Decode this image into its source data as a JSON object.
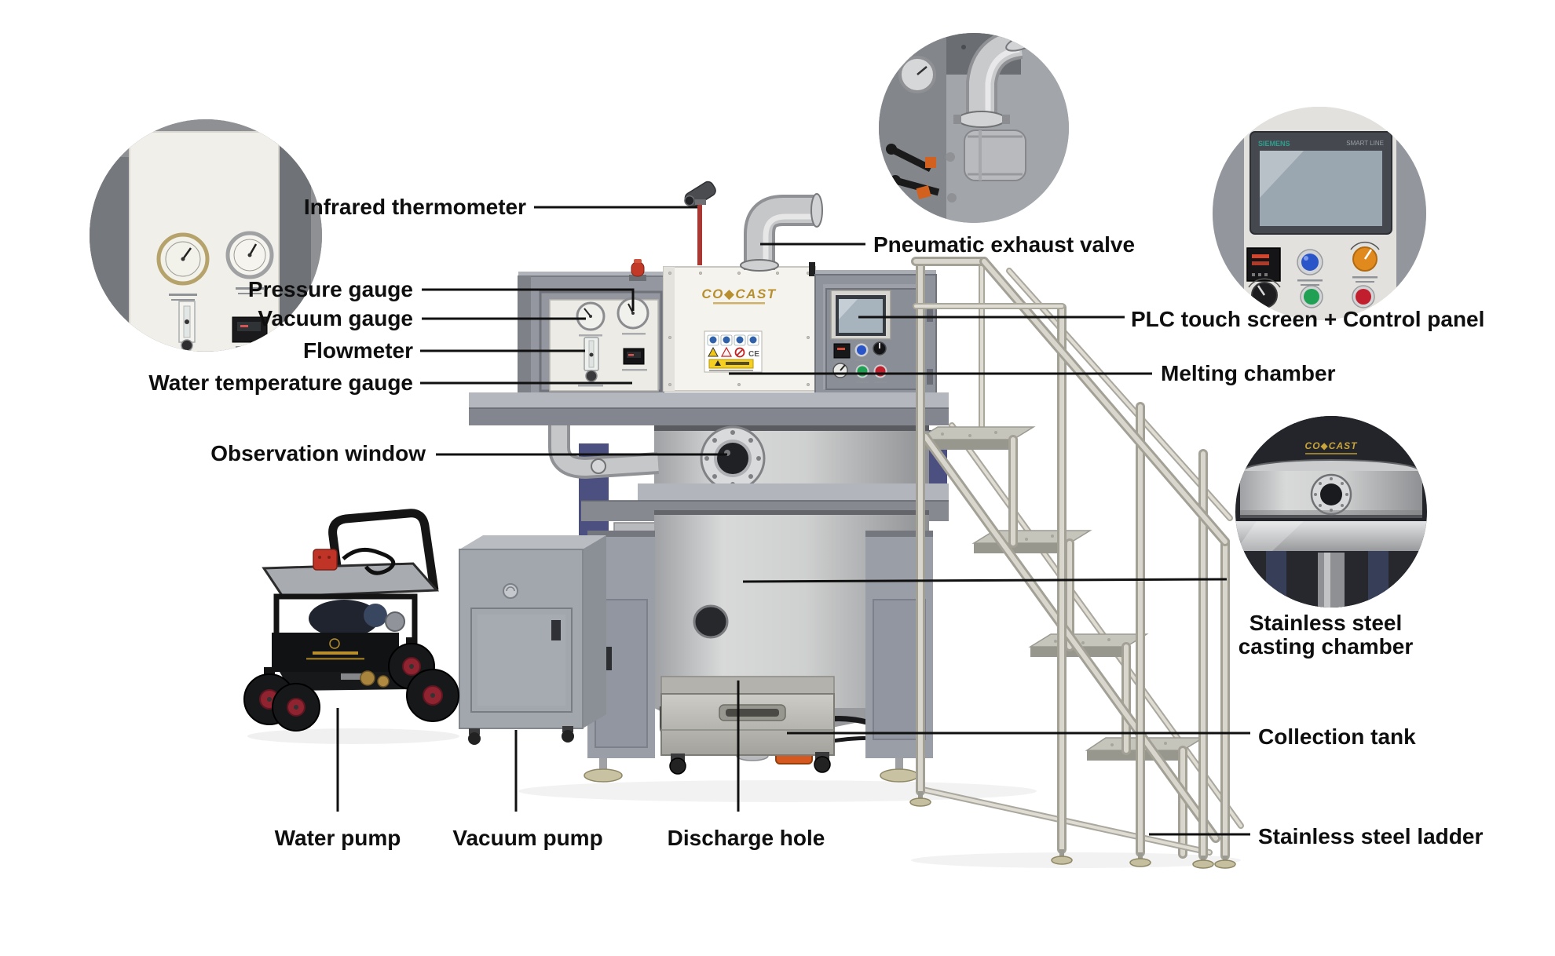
{
  "brand": {
    "logo": "CO◆CAST",
    "logo_color": "#b78f2e"
  },
  "labels": {
    "infrared_thermometer": "Infrared thermometer",
    "pneumatic_exhaust_valve": "Pneumatic exhaust valve",
    "pressure_gauge": "Pressure gauge",
    "vacuum_gauge": "Vacuum gauge",
    "flowmeter": "Flowmeter",
    "water_temperature_gauge": "Water temperature gauge",
    "observation_window": "Observation window",
    "plc_touch_screen": "PLC touch screen + Control panel",
    "melting_chamber": "Melting chamber",
    "stainless_steel_casting_chamber": "Stainless steel casting chamber",
    "collection_tank": "Collection tank",
    "stainless_steel_ladder": "Stainless steel ladder",
    "water_pump": "Water pump",
    "vacuum_pump": "Vacuum pump",
    "discharge_hole": "Discharge hole"
  },
  "insets": {
    "plc_panel": {
      "screen_brand": "SIEMENS",
      "screen_model": "SMART LINE"
    }
  },
  "stickers": {
    "ce_mark": "CE"
  },
  "colors": {
    "label_text": "#0e0e0e",
    "leader_line": "#101010",
    "brand_gold": "#b78f2e",
    "machine_gray": "#94979f",
    "panel_white": "#f5f3ee",
    "steel_light": "#c9cacb",
    "accent_blue_purple": "#4c5080",
    "beacon_red": "#c23a27",
    "valve_orange": "#d4581f",
    "button_blue": "#2a55c8",
    "button_green": "#1fa052",
    "button_red": "#c0202e",
    "knob_orange": "#e08a1e",
    "siemens_teal": "#2f9e8f"
  }
}
